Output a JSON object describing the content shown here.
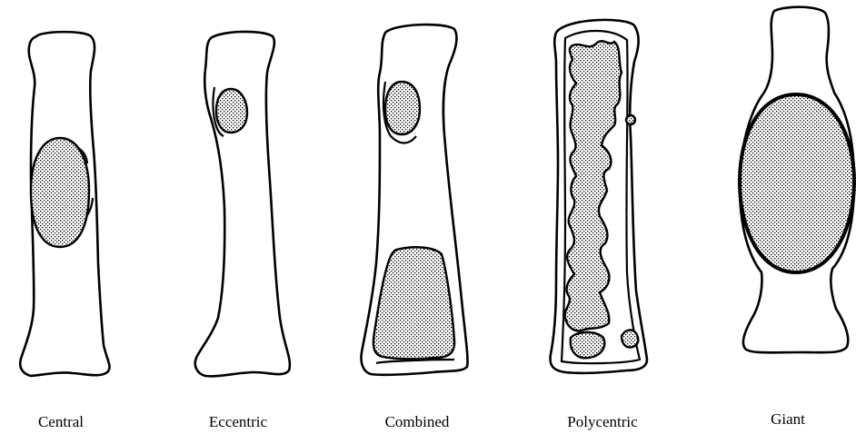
{
  "figure": {
    "panels": [
      {
        "id": "central",
        "label": "Central"
      },
      {
        "id": "eccentric",
        "label": "Eccentric"
      },
      {
        "id": "combined",
        "label": "Combined"
      },
      {
        "id": "polycentric",
        "label": "Polycentric"
      },
      {
        "id": "giant",
        "label": "Giant"
      }
    ],
    "colors": {
      "outline": "#000000",
      "stipple": "#000000",
      "background": "#ffffff"
    }
  }
}
